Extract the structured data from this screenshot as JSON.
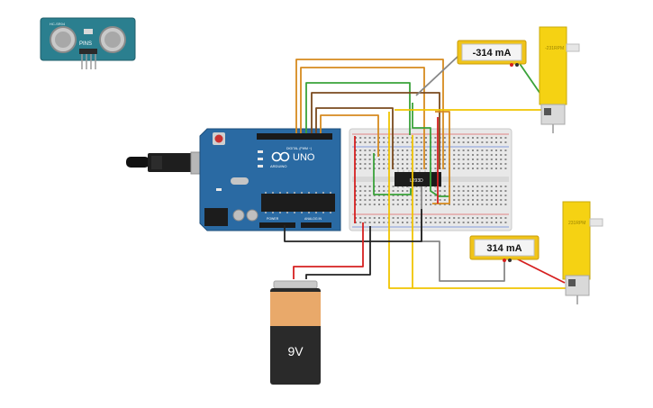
{
  "sensor": {
    "model_label": "HC-SR04",
    "pins_label": "PINS"
  },
  "arduino": {
    "brand_label": "ARDUINO",
    "model_label": "UNO",
    "digital_label": "DIGITAL (PWM ~)",
    "power_label": "POWER",
    "analog_label": "ANALOG IN"
  },
  "driver_chip": {
    "label": "L293D"
  },
  "ammeters": [
    {
      "reading": "-314 mA"
    },
    {
      "reading": "314 mA"
    }
  ],
  "motors": [
    {
      "rpm_label": "-231RPM"
    },
    {
      "rpm_label": "231RPM"
    }
  ],
  "battery": {
    "voltage_label": "9V"
  },
  "colors": {
    "arduino_board": "#2a6aa3",
    "breadboard": "#e8e8e8",
    "motor_yellow": "#f5d213",
    "ammeter_bg": "#f0c419",
    "battery_orange": "#e9a96a",
    "battery_black": "#2a2a2a",
    "wire_orange": "#d68a1f",
    "wire_green": "#3aa23a",
    "wire_brown": "#7a4a1e",
    "wire_yellow": "#f0c400",
    "wire_red": "#d62020",
    "wire_black": "#222222",
    "wire_gray": "#888888"
  }
}
